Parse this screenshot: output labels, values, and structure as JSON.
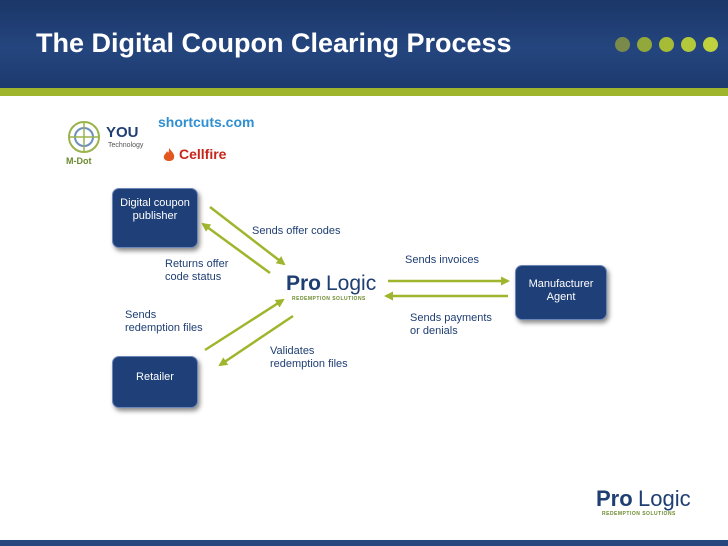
{
  "slide": {
    "title": "The Digital Coupon Clearing Process",
    "colors": {
      "header_bg": "#1f3f78",
      "accent": "#9fb52c",
      "node_bg": "#1f3f78",
      "label": "#1f3e72"
    }
  },
  "publisher_logos": {
    "mdot": "M-Dot",
    "you_tech": "YOU",
    "you_tech_sub": "Technology",
    "shortcuts": "shortcuts.com",
    "cellfire": "Cellfire"
  },
  "nodes": {
    "publisher": "Digital coupon\npublisher",
    "retailer": "Retailer",
    "manufacturer": "Manufacturer\nAgent"
  },
  "prologic": {
    "pro": "Pro",
    "logic": "Logic",
    "tagline": "REDEMPTION SOLUTIONS"
  },
  "labels": {
    "sends_offer_codes": "Sends offer codes",
    "returns_offer_status": "Returns offer\ncode status",
    "sends_invoices": "Sends invoices",
    "sends_payments": "Sends payments\nor denials",
    "sends_redemption": "Sends\nredemption files",
    "validates_redemption": "Validates\nredemption files"
  }
}
